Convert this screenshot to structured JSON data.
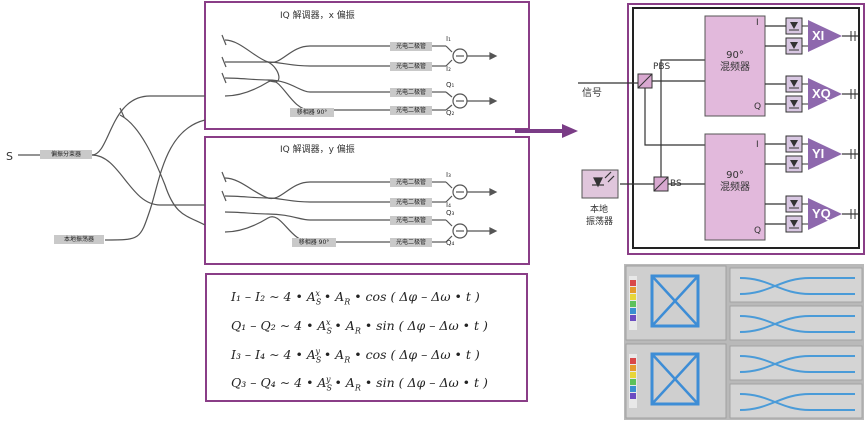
{
  "left_diagram": {
    "signal_label": "S",
    "pol_splitter_label": "偏振分束器",
    "lo_label": "本地振荡器",
    "x_panel": {
      "title": "IQ 解调器，x 偏振",
      "photodiode_label": "光电二极管",
      "phase_shifter_label": "移相器 90°",
      "port_labels": [
        "I₁",
        "I₂",
        "Q₁",
        "Q₂"
      ]
    },
    "y_panel": {
      "title": "IQ 解调器，y 偏振",
      "photodiode_label": "光电二极管",
      "phase_shifter_label": "移相器 90°",
      "port_labels": [
        "I₃",
        "I₄",
        "Q₃",
        "Q₄"
      ]
    }
  },
  "equations": [
    {
      "lhs": "I₁ – I₂",
      "pol": "x",
      "func": "cos"
    },
    {
      "lhs": "Q₁ – Q₂",
      "pol": "x",
      "func": "sin"
    },
    {
      "lhs": "I₃ – I₄",
      "pol": "y",
      "func": "cos"
    },
    {
      "lhs": "Q₃ – Q₄",
      "pol": "y",
      "func": "sin"
    }
  ],
  "right_diagram": {
    "signal_label": "信号",
    "pbs_label": "PBS",
    "bs_label": "BS",
    "lo_label_line1": "本地",
    "lo_label_line2": "振荡器",
    "mixer_line1": "90°",
    "mixer_line2": "混频器",
    "port_i": "I",
    "port_q": "Q",
    "outputs": [
      "XI",
      "XQ",
      "YI",
      "YQ"
    ]
  },
  "colors": {
    "panel_border": "#8a3e87",
    "arrow": "#7a3c86",
    "mixer_fill": "#e2b9dc",
    "amp_fill": "#8e68ad",
    "pd_fill": "#d8c7e2"
  }
}
